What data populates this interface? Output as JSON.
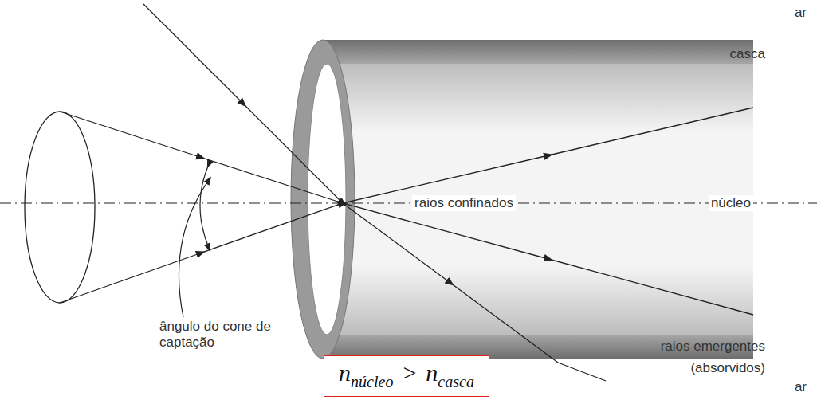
{
  "diagram": {
    "nodes": [
      {
        "text": [
          "n",
          "núcleo",
          ">",
          "n",
          "casca"
        ]
      }
    ],
    "labels": [
      "ar",
      "casca",
      "raios confinados",
      "núcleo",
      "raios emergentes",
      "(absorvidos)",
      "ar",
      "ângulo do cone de captação"
    ]
  }
}
